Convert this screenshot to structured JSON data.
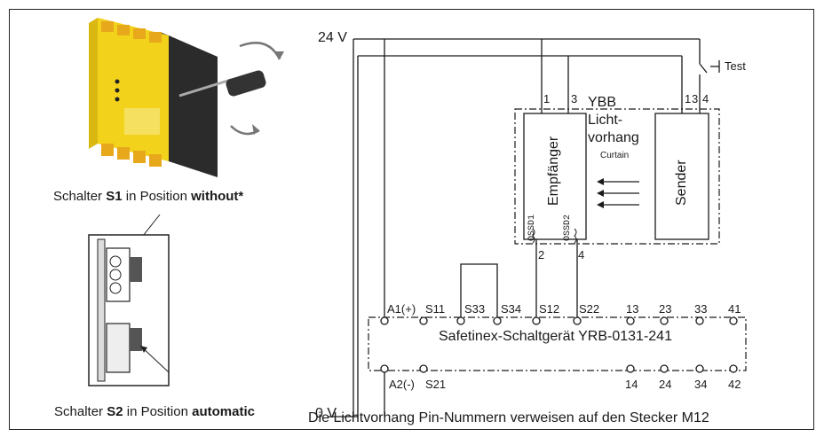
{
  "captions": {
    "s1": {
      "prefix": "Schalter ",
      "switch": "S1",
      "mid": " in Position ",
      "position": "without*"
    },
    "s2": {
      "prefix": "Schalter ",
      "switch": "S2",
      "mid": " in Position ",
      "position": "automatic"
    }
  },
  "supply": {
    "v24": "24 V",
    "v0": "0 V",
    "test": "Test"
  },
  "light_curtain": {
    "title_lines": [
      "YBB",
      "Licht-",
      "vorhang"
    ],
    "subtitle": "Curtain",
    "receiver": "Empfänger",
    "sender": "Sender",
    "ossd1": "OSSD1",
    "ossd2": "OSSD2",
    "receiver_pins": [
      "1",
      "3",
      "2",
      "4"
    ],
    "sender_pins": [
      "1",
      "3",
      "4"
    ]
  },
  "relay": {
    "name": "Safetinex-Schaltgerät YRB-0131-241",
    "top_terminals": [
      "A1(+)",
      "S11",
      "S33",
      "S34",
      "S12",
      "S22",
      "13",
      "23",
      "33",
      "41"
    ],
    "bottom_terminals": [
      "A2(-)",
      "S21",
      "14",
      "24",
      "34",
      "42"
    ]
  },
  "footnote": "Die Lichtvorhang Pin-Nummern verweisen auf den Stecker M12",
  "colors": {
    "module_yellow": "#f2d21a",
    "module_orange": "#e8a81c",
    "module_dark": "#2b2b2b",
    "line": "#1a1a1a"
  }
}
